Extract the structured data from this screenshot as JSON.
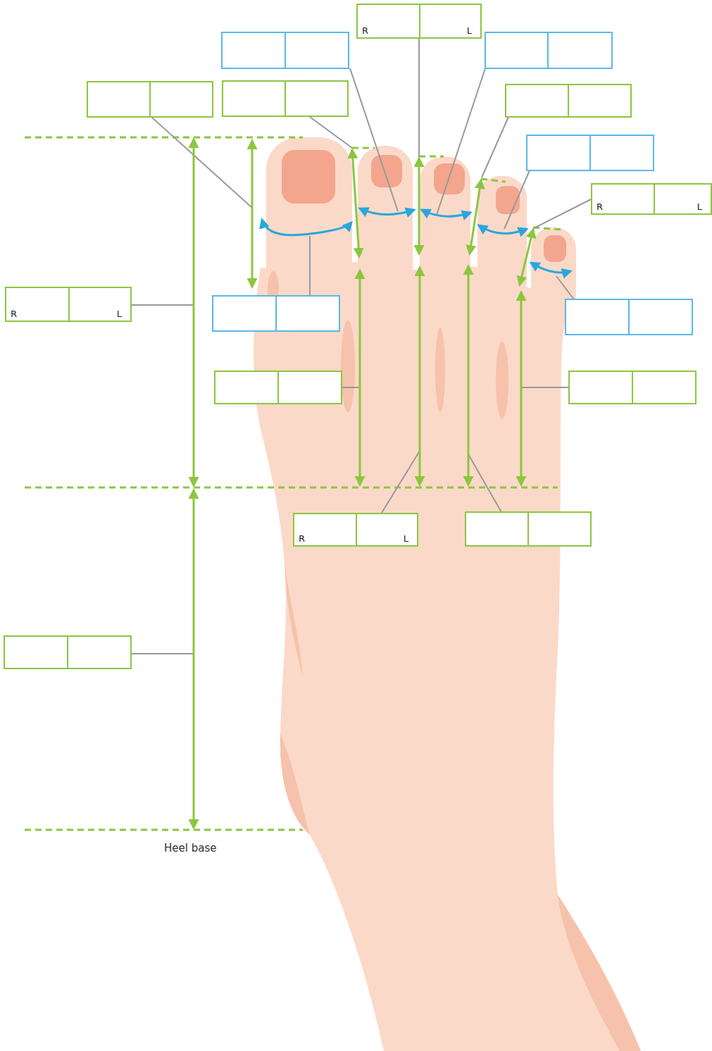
{
  "diagram": {
    "nodes": [
      {
        "text": [
          "R",
          "L"
        ]
      },
      {
        "text": [
          "R",
          "L"
        ]
      },
      {
        "text": [
          "R",
          "L"
        ]
      },
      {
        "text": [
          "R",
          "L"
        ]
      }
    ],
    "labels": [
      "Heel base"
    ]
  }
}
